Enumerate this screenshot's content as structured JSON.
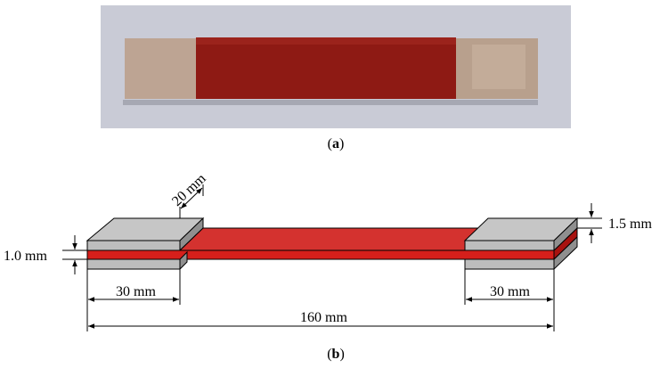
{
  "panel_a": {
    "label_open": "(",
    "label_letter": "a",
    "label_close": ")",
    "colors": {
      "background": "#c9cbd6",
      "coating": "#8e1a14",
      "metal": "#b59a88"
    }
  },
  "panel_b": {
    "label_open": "(",
    "label_letter": "b",
    "label_close": ")",
    "dimensions": {
      "width": "20 mm",
      "coating_thickness": "1.5 mm",
      "core_thickness": "1.0 mm",
      "left_tab_length": "30 mm",
      "right_tab_length": "30 mm",
      "total_length": "160 mm"
    },
    "colors": {
      "red_layer": "#d4322f",
      "red_dark": "#b51c18",
      "tab_light": "#c6c6c6",
      "tab_dark": "#9b9b9b"
    }
  }
}
